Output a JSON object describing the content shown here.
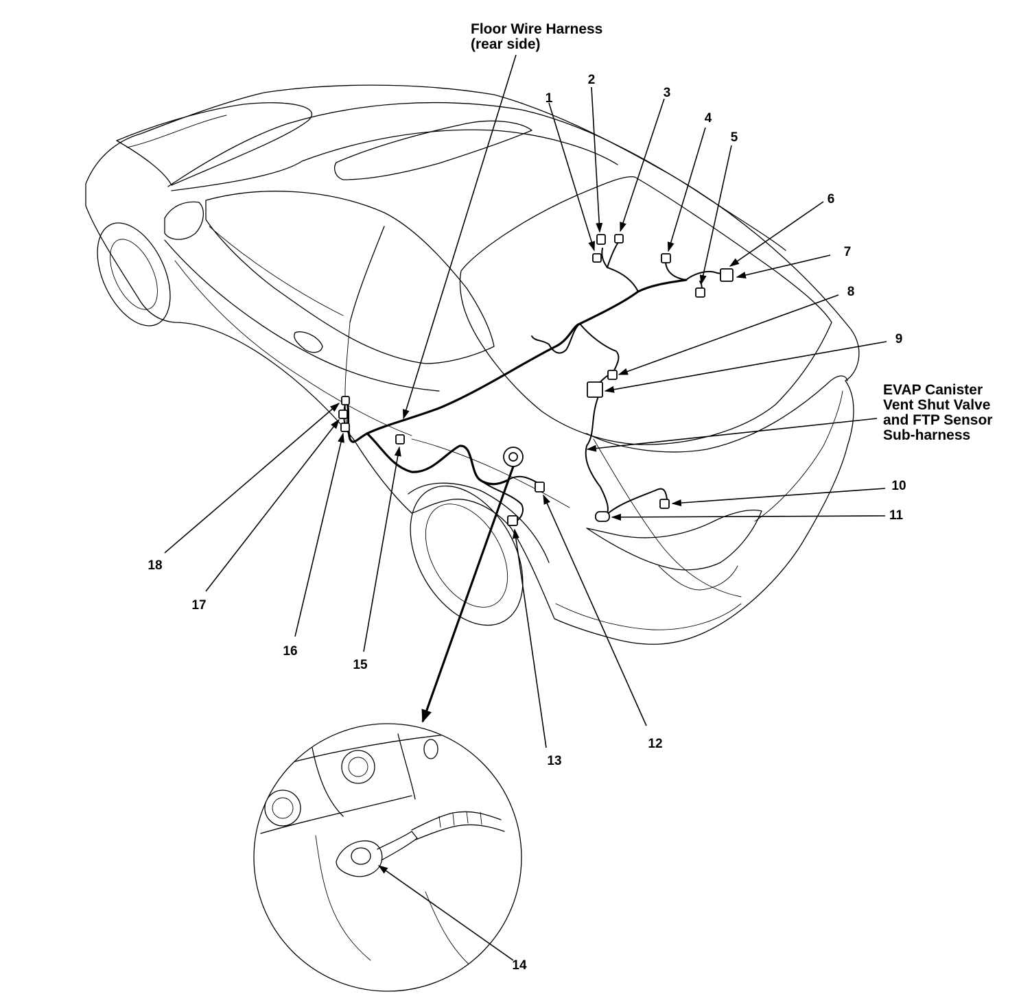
{
  "labels": {
    "floor_harness": [
      "Floor Wire Harness",
      "(rear side)"
    ],
    "evap_subharness": [
      "EVAP Canister",
      "Vent Shut Valve",
      "and FTP Sensor",
      "Sub-harness"
    ]
  },
  "callouts": [
    "1",
    "2",
    "3",
    "4",
    "5",
    "6",
    "7",
    "8",
    "9",
    "10",
    "11",
    "12",
    "13",
    "14",
    "15",
    "16",
    "17",
    "18"
  ]
}
